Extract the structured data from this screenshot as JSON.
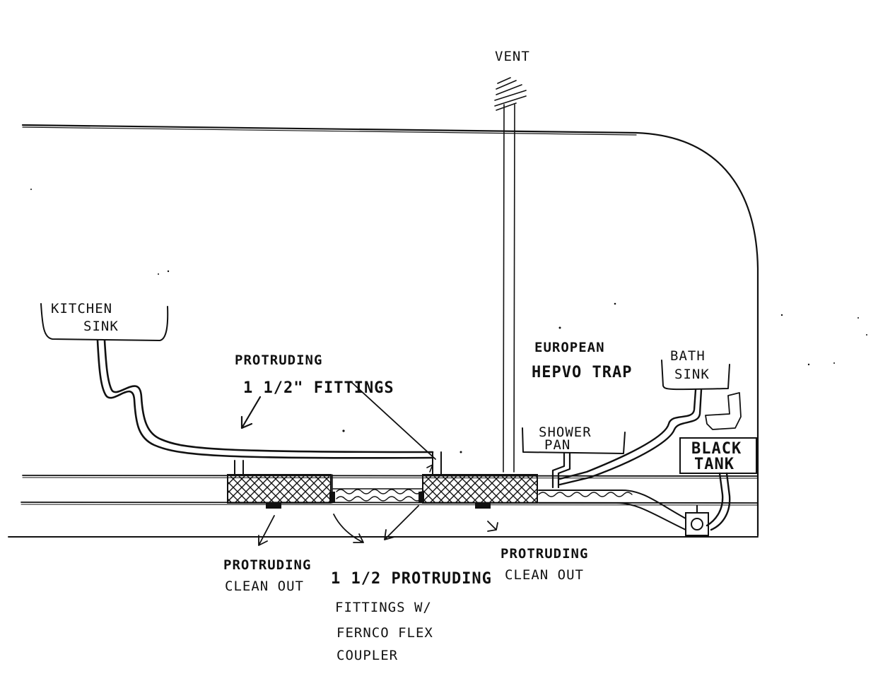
{
  "labels": {
    "vent": "VENT",
    "kitchen_sink_line1": "KITCHEN",
    "kitchen_sink_line2": "SINK",
    "protruding_fittings_line1": "PROTRUDING",
    "protruding_fittings_line2": "1 1/2\" FITTINGS",
    "european_trap_line1": "EUROPEAN",
    "european_trap_line2": "HEPVO TRAP",
    "bath_sink_line1": "BATH",
    "bath_sink_line2": "SINK",
    "shower_pan_line1": "SHOWER",
    "shower_pan_line2": "PAN",
    "black_tank_line1": "BLACK",
    "black_tank_line2": "TANK",
    "clean_out_left_line1": "PROTRUDING",
    "clean_out_left_line2": "CLEAN OUT",
    "clean_out_right_line1": "PROTRUDING",
    "clean_out_right_line2": "CLEAN OUT",
    "flex_coupler_line1": "1 1/2 PROTRUDING",
    "flex_coupler_line2": "FITTINGS W/",
    "flex_coupler_line3": "FERNCO FLEX",
    "flex_coupler_line4": "COUPLER"
  },
  "colors": {
    "ink": "#111111",
    "paper": "#ffffff"
  }
}
